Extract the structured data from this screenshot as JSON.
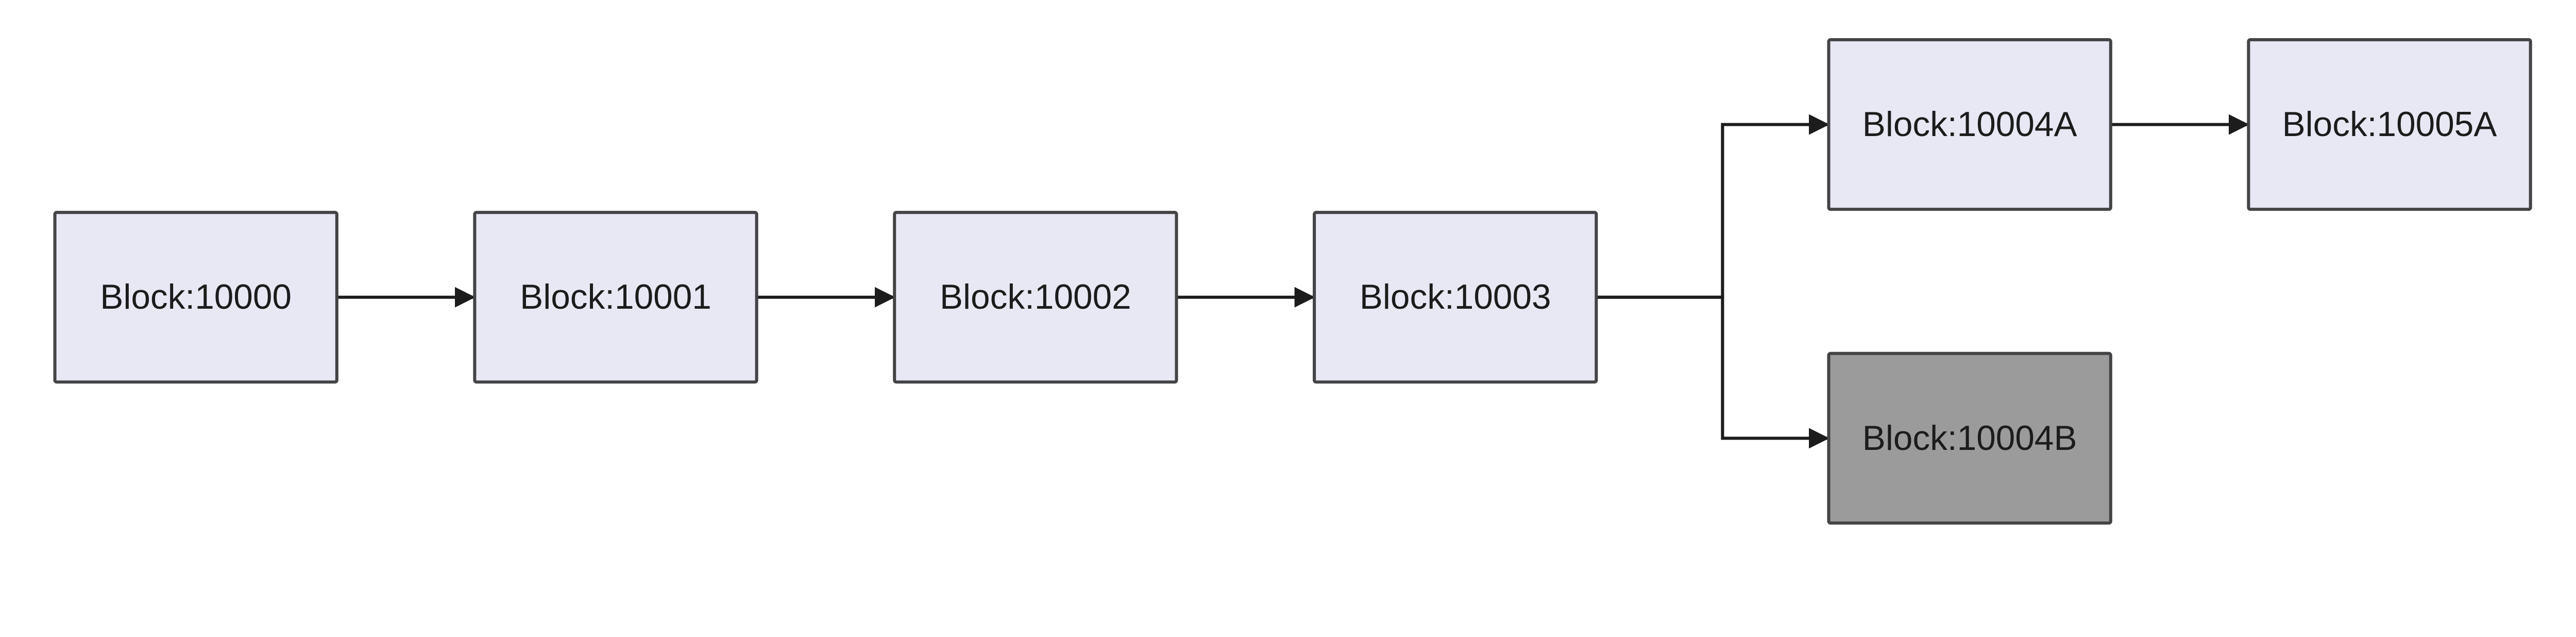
{
  "diagram": {
    "type": "flowchart",
    "direction": "left-to-right",
    "nodes": [
      {
        "id": "b10000",
        "label": "Block:10000",
        "fill": "#e8e8f4"
      },
      {
        "id": "b10001",
        "label": "Block:10001",
        "fill": "#e8e8f4"
      },
      {
        "id": "b10002",
        "label": "Block:10002",
        "fill": "#e8e8f4"
      },
      {
        "id": "b10003",
        "label": "Block:10003",
        "fill": "#e8e8f4"
      },
      {
        "id": "b10004A",
        "label": "Block:10004A",
        "fill": "#e8e8f4"
      },
      {
        "id": "b10005A",
        "label": "Block:10005A",
        "fill": "#e8e8f4"
      },
      {
        "id": "b10004B",
        "label": "Block:10004B",
        "fill": "#9b9b9b"
      }
    ],
    "edges": [
      {
        "from": "b10000",
        "to": "b10001"
      },
      {
        "from": "b10001",
        "to": "b10002"
      },
      {
        "from": "b10002",
        "to": "b10003"
      },
      {
        "from": "b10003",
        "to": "b10004A"
      },
      {
        "from": "b10003",
        "to": "b10004B"
      },
      {
        "from": "b10004A",
        "to": "b10005A"
      }
    ],
    "colors": {
      "node_fill": "#e8e8f4",
      "orphan_fill": "#9b9b9b",
      "stroke": "#444446",
      "edge": "#1c1c1c"
    }
  }
}
